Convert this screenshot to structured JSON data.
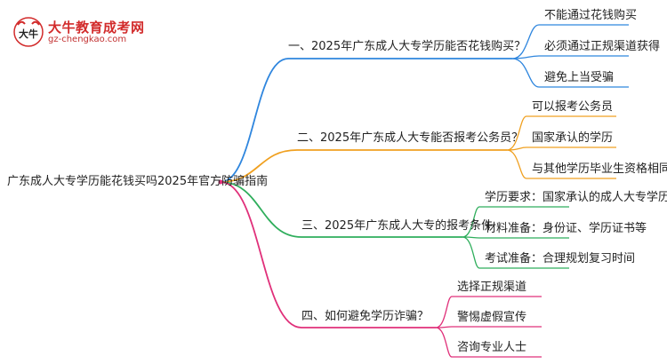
{
  "logo": {
    "title": "大牛教育成考网",
    "subtitle": "gz-chengkao.com",
    "mark_text": "大牛",
    "brand_color": "#d22b2b"
  },
  "root": {
    "label": "广东成人大专学历能花钱买吗2025年官方防骗指南"
  },
  "branches": [
    {
      "label": "一、2025年广东成人大专学历能否花钱购买？",
      "color": "#2f86de",
      "leaves": [
        "不能通过花钱购买",
        "必须通过正规渠道获得",
        "避免上当受骗"
      ]
    },
    {
      "label": "二、2025年广东成人大专能否报考公务员？",
      "color": "#f0a020",
      "leaves": [
        "可以报考公务员",
        "国家承认的学历",
        "与其他学历毕业生资格相同"
      ]
    },
    {
      "label": "三、2025年广东成人大专的报考条件",
      "color": "#2fae5c",
      "leaves": [
        "学历要求：国家承认的成人大专学历",
        "材料准备：身份证、学历证书等",
        "考试准备：合理规划复习时间"
      ]
    },
    {
      "label": "四、如何避免学历诈骗？",
      "color": "#e0307a",
      "leaves": [
        "选择正规渠道",
        "警惕虚假宣传",
        "咨询专业人士"
      ]
    }
  ]
}
